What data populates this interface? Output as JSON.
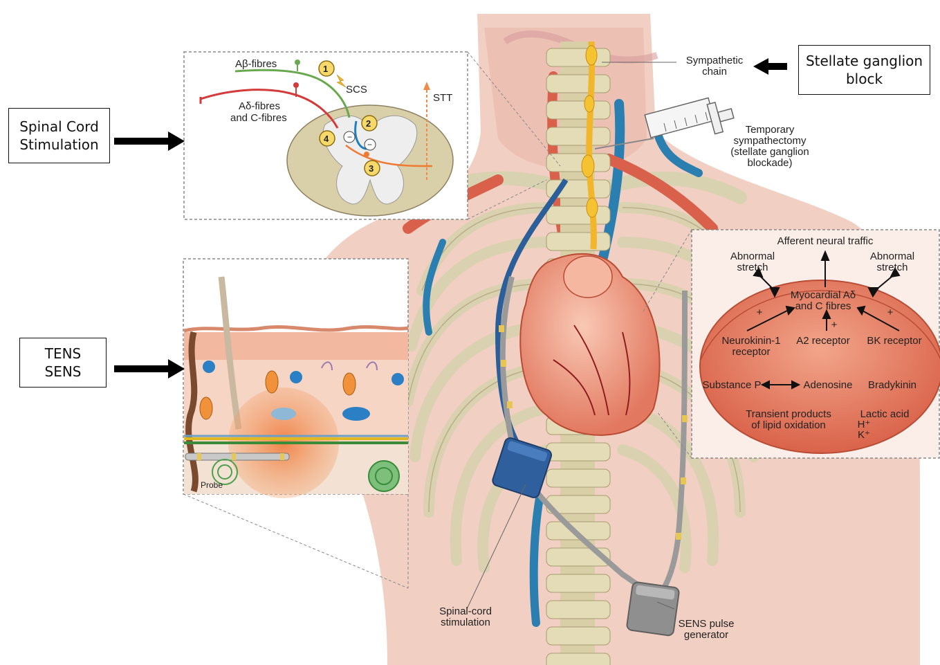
{
  "callouts": {
    "scs_box": {
      "line1": "Spinal Cord",
      "line2": "Stimulation"
    },
    "tens_box": {
      "line1": "TENS",
      "line2": "SENS"
    },
    "stellate_box": {
      "line1": "Stellate ganglion",
      "line2": "block"
    }
  },
  "scs_inset": {
    "ab_fibres": "Aβ-fibres",
    "ad_fibres_1": "Aδ-fibres",
    "ad_fibres_2": "and C-fibres",
    "scs": "SCS",
    "stt": "STT",
    "markers": [
      "1",
      "2",
      "3",
      "4"
    ]
  },
  "tens_inset": {
    "probe": "Probe"
  },
  "body_labels": {
    "sympathetic_1": "Sympathetic",
    "sympathetic_2": "chain",
    "temp_1": "Temporary",
    "temp_2": "sympathectomy",
    "temp_3": "(stellate ganglion",
    "temp_4": "blockade)",
    "spinal_1": "Spinal-cord",
    "spinal_2": "stimulation",
    "sens_1": "SENS pulse",
    "sens_2": "generator"
  },
  "heart_inset": {
    "afferent": "Afferent neural traffic",
    "abn_left_1": "Abnormal",
    "abn_left_2": "stretch",
    "abn_right_1": "Abnormal",
    "abn_right_2": "stretch",
    "myo_1": "Myocardial Aδ",
    "myo_2": "and C fibres",
    "plus": "+",
    "nk1_1": "Neurokinin-1",
    "nk1_2": "receptor",
    "a2": "A2 receptor",
    "bk": "BK receptor",
    "subp": "Substance P",
    "adenosine": "Adenosine",
    "bradykinin": "Bradykinin",
    "trans_1": "Transient products",
    "trans_2": "of lipid oxidation",
    "lactic": "Lactic acid",
    "h": "H⁺",
    "k": "K⁺"
  }
}
